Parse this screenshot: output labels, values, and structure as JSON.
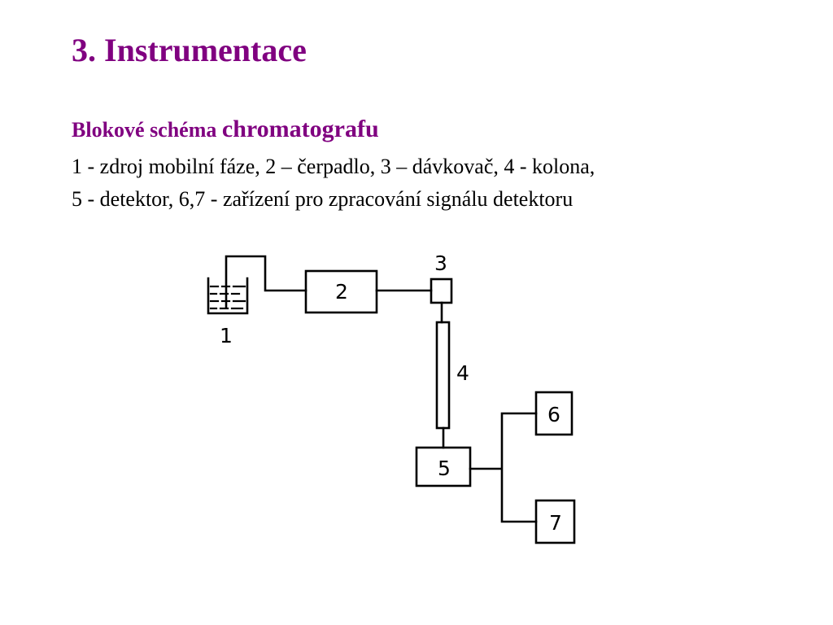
{
  "slide": {
    "title": "3. Instrumentace",
    "subtitle_part1": "Blokové schéma ",
    "subtitle_part2": "chromatografu",
    "legend_line1": "1 - zdroj mobilní fáze, 2 – čerpadlo, 3 – dávkovač, 4 - kolona,",
    "legend_line2": "5 - detektor, 6,7 - zařízení pro zpracování signálu detektoru"
  },
  "colors": {
    "title": "#800080",
    "text": "#000000",
    "background": "#ffffff"
  },
  "diagram": {
    "labels": {
      "reservoir": "1",
      "pump": "2",
      "injector": "3",
      "column": "4",
      "detector": "5",
      "processor_a": "6",
      "processor_b": "7"
    }
  }
}
